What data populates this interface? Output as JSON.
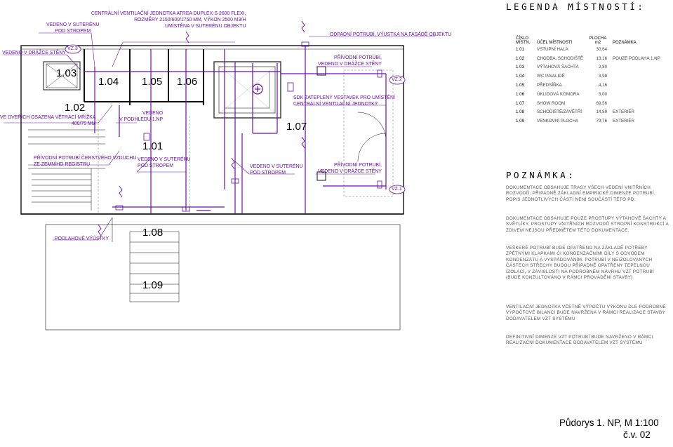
{
  "plan": {
    "rooms": [
      "1.03",
      "1.04",
      "1.05",
      "1.06",
      "1.02",
      "1.07",
      "1.01",
      "1.08",
      "1.09"
    ],
    "vzt_labels": [
      "VZ.3",
      "VZ.2",
      "VZ.1"
    ],
    "annotations": {
      "vedeno_suterenu_strop_1": "VEDENO V SUTERÉNU\nPOD STROPEM",
      "centralni_jednotka": "CENTRÁLNÍ VENTILAČNÍ JEDNOTKA ATREA DUPLEX-S 2600 FLEXI,\nROZMĚRY 2150/600/1750 MM, VÝKON 2500 M3/H\nUMÍSTĚNA V SUTERÉNU OBJEKTU",
      "odpadni_potrubi": "ODPADNÍ POTRUBÍ, VÝUSTKA NA FASÁDĚ OBJEKTU",
      "vedeno_drazce_sten_1": "VEDENO V DRÁŽCE STĚNY",
      "privodni_drazce_1": "PŘÍVODNÍ POTRUBÍ,\nVEDENO V DRÁŽCE STĚNY",
      "sdk_zateplen": "SDK ZATEPLENÝ VESTAVEK PRO UMÍSTĚNÍ\nCENTRÁLNÍ VENTILAČNÍ JEDNOTKY",
      "dverni_mrizka": "VE DVEŘÍCH OSAZENA VĚTRACÍ MŘÍŽKA\n400/75 MM",
      "vedeno_podhledu": "VEDENO\nV PODHLEDU 1.NP",
      "privodni_cerstvy": "PŘÍVODNÍ POTRUBÍ ČERSTVÉHO VZDUCHU\nZE ZEMNÍHO REGISTRU",
      "vedeno_suterenu_strop_2": "VEDENO V SUTERÉNU\nPOD STROPEM",
      "vedeno_suterenu_strop_3": "VEDENO V SUTERÉNU\nPOD STROPEM",
      "privodni_drazce_2": "PŘÍVODNÍ POTRUBÍ,\nVEDENO V DRÁŽCE STĚNY",
      "podlahove_vyustky": "PODLAHOVÉ VÝÚSTKY"
    }
  },
  "legend": {
    "title": "LEGENDA MÍSTNOSTÍ:",
    "columns": {
      "number": "ČÍSLO\nMÍSTN.",
      "purpose": "ÚČEL MÍSTNOSTI",
      "area": "PLOCHA\nm2",
      "note": "POZNÁMKA"
    },
    "rows": [
      {
        "number": "1.01",
        "purpose": "VSTUPNÍ HALA",
        "area": "30,64",
        "note": ""
      },
      {
        "number": "1.02",
        "purpose": "CHODBA, SCHODIŠTĚ",
        "area": "13,16",
        "note": "POUZE PODLAHA 1.NP"
      },
      {
        "number": "1.03",
        "purpose": "VÝTAHOVÁ ŠACHTA",
        "area": "2,80",
        "note": ""
      },
      {
        "number": "1.04",
        "purpose": "WC INVALIDÉ",
        "area": "3,98",
        "note": ""
      },
      {
        "number": "1.05",
        "purpose": "PŘEDSÍŇKA",
        "area": "4,16",
        "note": ""
      },
      {
        "number": "1.06",
        "purpose": "ÚKLIDOVÁ KOMORA",
        "area": "3,00",
        "note": ""
      },
      {
        "number": "1.07",
        "purpose": "SHOW ROOM",
        "area": "69,56",
        "note": ""
      },
      {
        "number": "1.08",
        "purpose": "SCHODIŠTĚ/ZÁVĚTŘÍ",
        "area": "14,89",
        "note": "EXTERIÉR"
      },
      {
        "number": "1.09",
        "purpose": "VENKOVNÍ PLOCHA",
        "area": "79,76",
        "note": "EXTERIÉR"
      }
    ]
  },
  "notes": {
    "title": "POZNÁMKA:",
    "paragraphs": [
      "DOKUMENTACE OBSAHUJE TRASY VŠECH VEDENÍ VNITŘNÍCH ROZVODŮ, PŘIPADNĚ ZÁKLADNÍ EMPIRICKÉ DIMENZE POTRUBÍ, POPIS JEDNOTLIVÝCH ČÁSTÍ NENÍ SOUČÁSTÍ TÉTO PD.",
      "DOKUMENTACE OBSAHUJE POUZE PROSTUPY VÝTAHOVÉ ŠACHTY A SVĚTLÍKY. PROSTUPY VNITŘNÍCH ROZVODŮ STROPNÍ KONSTRUKCÍ A ZDIVEM NEJSOU PŘEDMĚTEM TÉTO DOKUMENTACE.",
      "VEŠKERÉ POTRUBÍ BUDE OPATŘENO NA ZÁKLADĚ POTŘEBY ZPĚTNÝMI KLAPKAMI ČI KONDENZAČNÍMI DÍLY S ODVODEM KONDENZÁTU A VYSPÁDOVÁNÍM. POTRUBÍ V NEIZOLOVANÝCH ČÁSTECH STŘECHY BUDOU PŘÍPADNĚ OPATŘENY TEPELNOU IZOLACÍ, V ZÁVISLOSTI NA PODROBNÉM NÁVRHU VZT POTRUBÍ (BUDE KONZULTOVÁNO V RÁMCI PROVÁDĚNÍ STAVBY)",
      "VENTILAČNÍ JEDNOTKA VČETNĚ VÝPOČTU VÝKONU DLE PODROBNÉ VÝPOČTOVÉ BILANCI BUDE NAVRŽENA V RÁMCI REALIZACE STAVBY DODAVATELEM VZT SYSTÉMU",
      "DEFINITIVNÍ DIMENZE VZT POTRUBÍ BUDE NAVRŽENO V RÁMCI REALIZAČNÍ DOKUMENTACE DODAVATELEM VZT SYSTÉMU"
    ]
  },
  "footer": {
    "title": "Půdorys 1. NP, M 1:100",
    "version": "č.v. 02"
  },
  "colors": {
    "duct": "#6a0dad",
    "wall": "#111111",
    "thin": "#555555",
    "green": "#00a000"
  }
}
